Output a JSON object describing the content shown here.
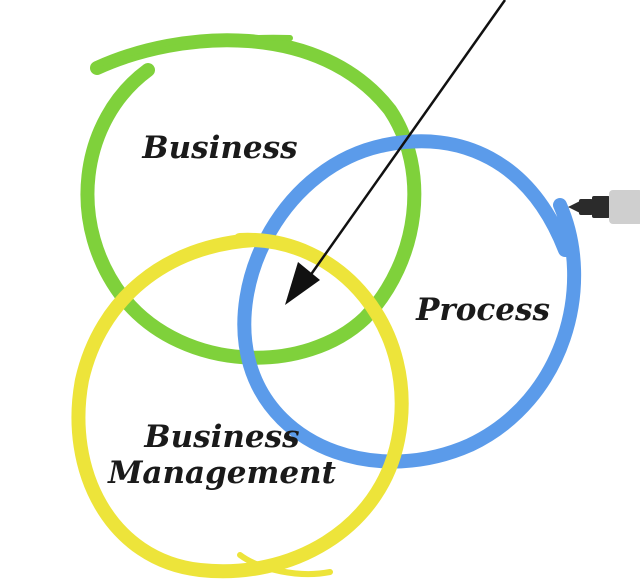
{
  "diagram": {
    "labels": {
      "business": "Business",
      "process": "Process",
      "management_line1": "Business",
      "management_line2": "Management"
    },
    "colors": {
      "green": "#7fd13b",
      "blue": "#5b9bea",
      "yellow": "#ede43a",
      "ink": "#111111",
      "marker_body": "#2b2b2b",
      "marker_grip": "#cfcfcf"
    }
  }
}
